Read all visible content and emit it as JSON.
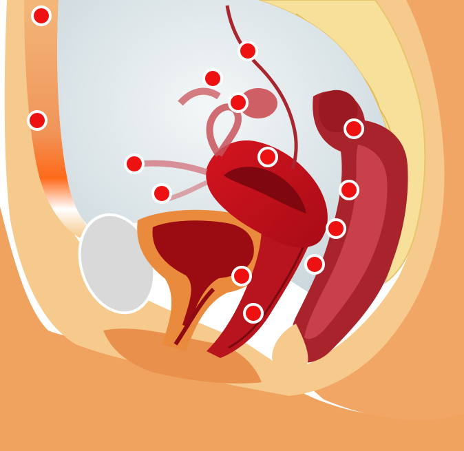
{
  "colors": {
    "skin": "#f0a35e",
    "skin_dark": "#e08a4a",
    "fat": "#f6c98d",
    "spine": "#f7e09a",
    "cavity": "#d6e0e4",
    "organ_red": "#c8101c",
    "organ_dark": "#8f0a12",
    "rectum": "#a8232b",
    "bladder_wall": "#e98a3c",
    "bladder_inner": "#9b0b12",
    "pubic_bone": "#d9d9d9",
    "marker_fill": "#ee1111",
    "marker_stroke": "#ffffff"
  },
  "diagram": {
    "subject": "female-pelvis-sagittal-section",
    "markers": [
      {
        "id": "marker-1"
      },
      {
        "id": "marker-2"
      },
      {
        "id": "marker-3"
      },
      {
        "id": "marker-4"
      },
      {
        "id": "marker-5"
      },
      {
        "id": "marker-6"
      },
      {
        "id": "marker-7"
      },
      {
        "id": "marker-8"
      },
      {
        "id": "marker-9"
      },
      {
        "id": "marker-10"
      },
      {
        "id": "marker-11"
      },
      {
        "id": "marker-12"
      },
      {
        "id": "marker-13"
      },
      {
        "id": "marker-14"
      },
      {
        "id": "marker-15"
      }
    ]
  }
}
